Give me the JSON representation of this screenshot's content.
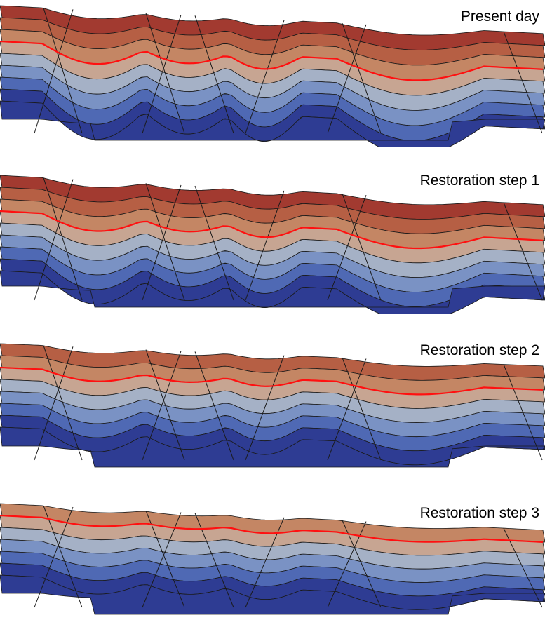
{
  "panels": [
    {
      "label": "Present day",
      "layers": 8,
      "red_layer": 2
    },
    {
      "label": "Restoration step 1",
      "layers": 8,
      "red_layer": 2
    },
    {
      "label": "Restoration step 2",
      "layers": 7,
      "red_layer": 1
    },
    {
      "label": "Restoration step 3",
      "layers": 6,
      "red_layer": 0
    }
  ],
  "colors": {
    "ramp": [
      "#870020",
      "#a23a30",
      "#b65f44",
      "#c48664",
      "#c7a592",
      "#a5b1c6",
      "#7a92c4",
      "#4f69b4",
      "#2e3c93"
    ],
    "marker_horizon": "#ff1010",
    "outline": "#1a1a1a"
  }
}
